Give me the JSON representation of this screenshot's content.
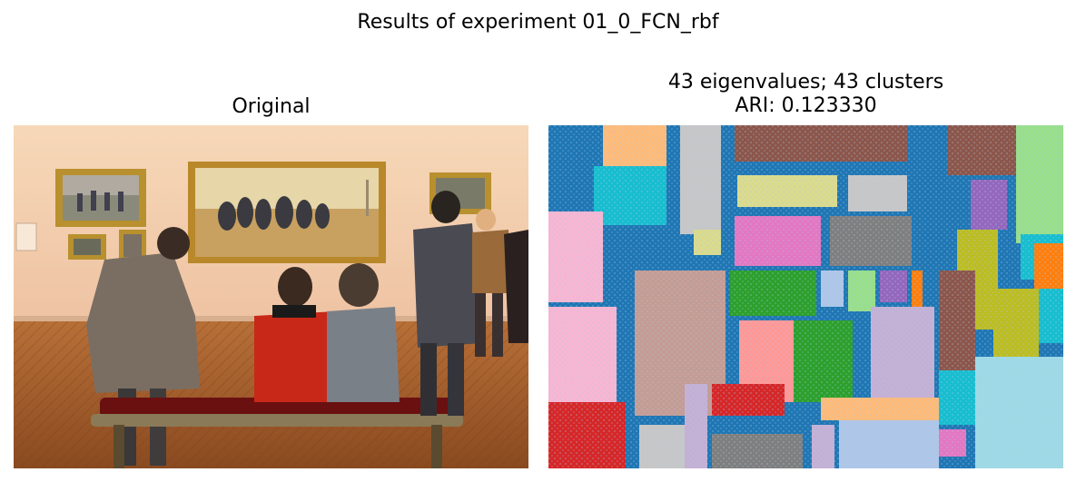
{
  "figure": {
    "suptitle": "Results of experiment 01_0_FCN_rbf"
  },
  "left_panel": {
    "title": "Original"
  },
  "right_panel": {
    "title_line1": "43 eigenvalues; 43 clusters",
    "title_line2": "ARI: 0.123330"
  },
  "colors": {
    "wall": "#f3ceb0",
    "floor": "#a8612e",
    "frame": "#c8952e",
    "seg_background": "#1f77b4",
    "seg_green": "#2ca02c",
    "seg_red": "#d62728",
    "seg_purple": "#9467bd",
    "seg_brown": "#8c564b",
    "seg_pink": "#e377c2",
    "seg_gray": "#7f7f7f",
    "seg_olive": "#bcbd22",
    "seg_cyan": "#17becf",
    "seg_orange": "#ff7f0e"
  }
}
